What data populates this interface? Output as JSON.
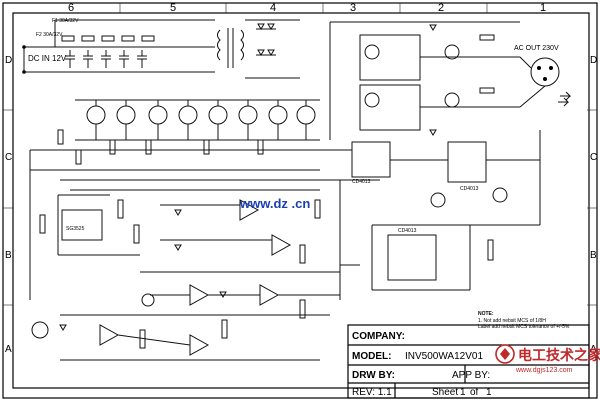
{
  "frame": {
    "columns": [
      "6",
      "5",
      "4",
      "3",
      "2",
      "1"
    ],
    "rows": [
      "D",
      "C",
      "B",
      "A"
    ]
  },
  "labels": {
    "dc_in": "DC IN 12V",
    "ac_out": "AC OUT 230V",
    "fuse1": "F1 30A/32V",
    "fuse2": "F2 30A/32V",
    "ic1": "SG3525",
    "ic4": "CD4013",
    "ic5": "CD4013",
    "ic6": "CD4013"
  },
  "notes": {
    "title": "NOTE:",
    "line1": "1. Not add nebsit MCS of 1/8H",
    "line2": "Label add nebsit MCS tolerance of +/-5%"
  },
  "title_block": {
    "company_label": "COMPANY:",
    "company_value": "",
    "model_label": "MODEL:",
    "model_value": "INV500WA12V01",
    "drw_label": "DRW BY:",
    "app_label": "APP BY:",
    "rev_label": "REV: 1.1",
    "sheet_label": "Sheet",
    "sheet_value": "1",
    "of_label": "of",
    "of_value": "1"
  },
  "watermark": {
    "url": "www.dz .cn",
    "site_name": "电工技术之家",
    "site_url": "www.dgjs123.com"
  },
  "colors": {
    "line": "#111111",
    "watermark_url": "#1a3fb0",
    "watermark_brand": "#c0282a"
  }
}
